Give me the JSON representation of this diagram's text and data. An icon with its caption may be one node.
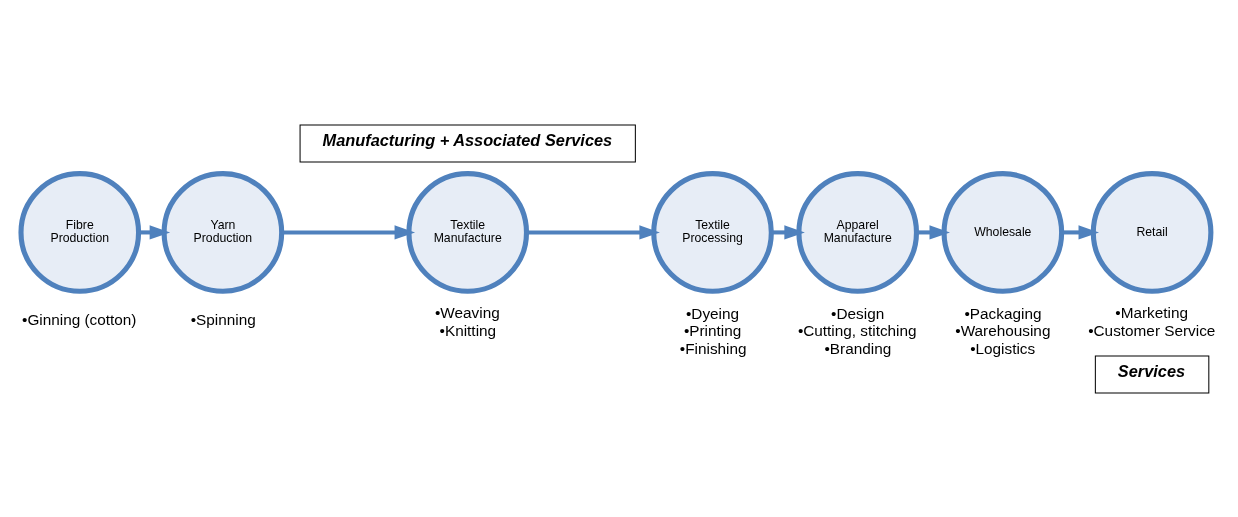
{
  "diagram": {
    "nodes": [
      {
        "text": [
          "Manufacturing + Associated Services"
        ]
      },
      {
        "text": [
          "Fibre Production"
        ],
        "beside": [
          "•Ginning (cotton)"
        ]
      },
      {
        "text": [
          "Yarn Production"
        ],
        "beside": [
          "•Spinning"
        ]
      },
      {
        "text": [
          "Textile Manufacture"
        ],
        "beside": [
          "•Weaving",
          "•Knitting"
        ]
      },
      {
        "text": [
          "Textile Processing"
        ],
        "beside": [
          "•Dyeing",
          "•Printing",
          "•Finishing"
        ]
      },
      {
        "text": [
          "Apparel Manufacture"
        ],
        "beside": [
          "•Design",
          "•Cutting, stitching",
          "•Branding"
        ]
      },
      {
        "text": [
          "Wholesale"
        ],
        "beside": [
          "•Packaging",
          "•Warehousing",
          "•Logistics"
        ]
      },
      {
        "text": [
          "Retail"
        ],
        "beside": [
          "•Marketing",
          "•Customer Service"
        ]
      },
      {
        "text": [
          "Services"
        ]
      }
    ],
    "edges": [
      {
        "from": 1,
        "to": 2,
        "arrow": "to"
      },
      {
        "from": 2,
        "to": 3,
        "arrow": "to"
      },
      {
        "from": 3,
        "to": 4,
        "arrow": "to"
      },
      {
        "from": 4,
        "to": 5,
        "arrow": "to"
      },
      {
        "from": 5,
        "to": 6,
        "arrow": "to"
      },
      {
        "from": 6,
        "to": 7,
        "arrow": "to"
      }
    ]
  }
}
